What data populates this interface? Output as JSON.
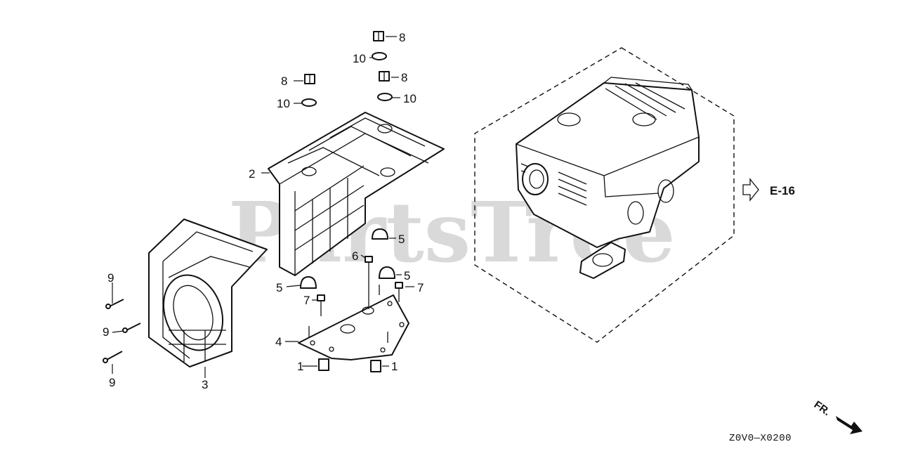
{
  "watermark": "PartsTree",
  "callouts": {
    "c1a": "1",
    "c1b": "1",
    "c2": "2",
    "c3": "3",
    "c4": "4",
    "c5a": "5",
    "c5b": "5",
    "c5c": "5",
    "c6": "6",
    "c7a": "7",
    "c7b": "7",
    "c8a": "8",
    "c8b": "8",
    "c8c": "8",
    "c9a": "9",
    "c9b": "9",
    "c9c": "9",
    "c10a": "10",
    "c10b": "10",
    "c10c": "10"
  },
  "reference": {
    "label": "E-16"
  },
  "direction": {
    "label": "FR."
  },
  "diagram_code": "Z0V0—X0200"
}
